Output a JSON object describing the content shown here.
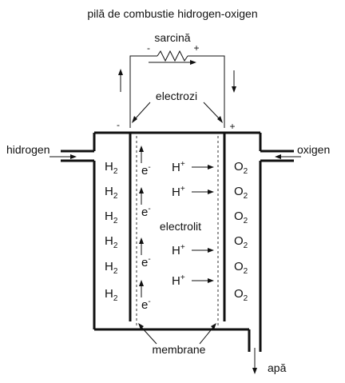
{
  "title": "pilă de combustie hidrogen-oxigen",
  "load_label": "sarcină",
  "load_minus": "-",
  "load_plus": "+",
  "electrodes_label": "electrozi",
  "left_terminal": "-",
  "right_terminal": "+",
  "hydrogen_label": "hidrogen",
  "oxygen_label": "oxigen",
  "electrolyte_label": "electrolit",
  "membranes_label": "membrane",
  "water_label": "apă",
  "h2_main": "H",
  "h2_sub": "2",
  "o2_main": "O",
  "o2_sub": "2",
  "electron_main": "e",
  "electron_sup": "-",
  "proton_main": "H",
  "proton_sup": "+",
  "h2_count": 6,
  "o2_count": 6,
  "electron_count": 4,
  "proton_count": 4
}
